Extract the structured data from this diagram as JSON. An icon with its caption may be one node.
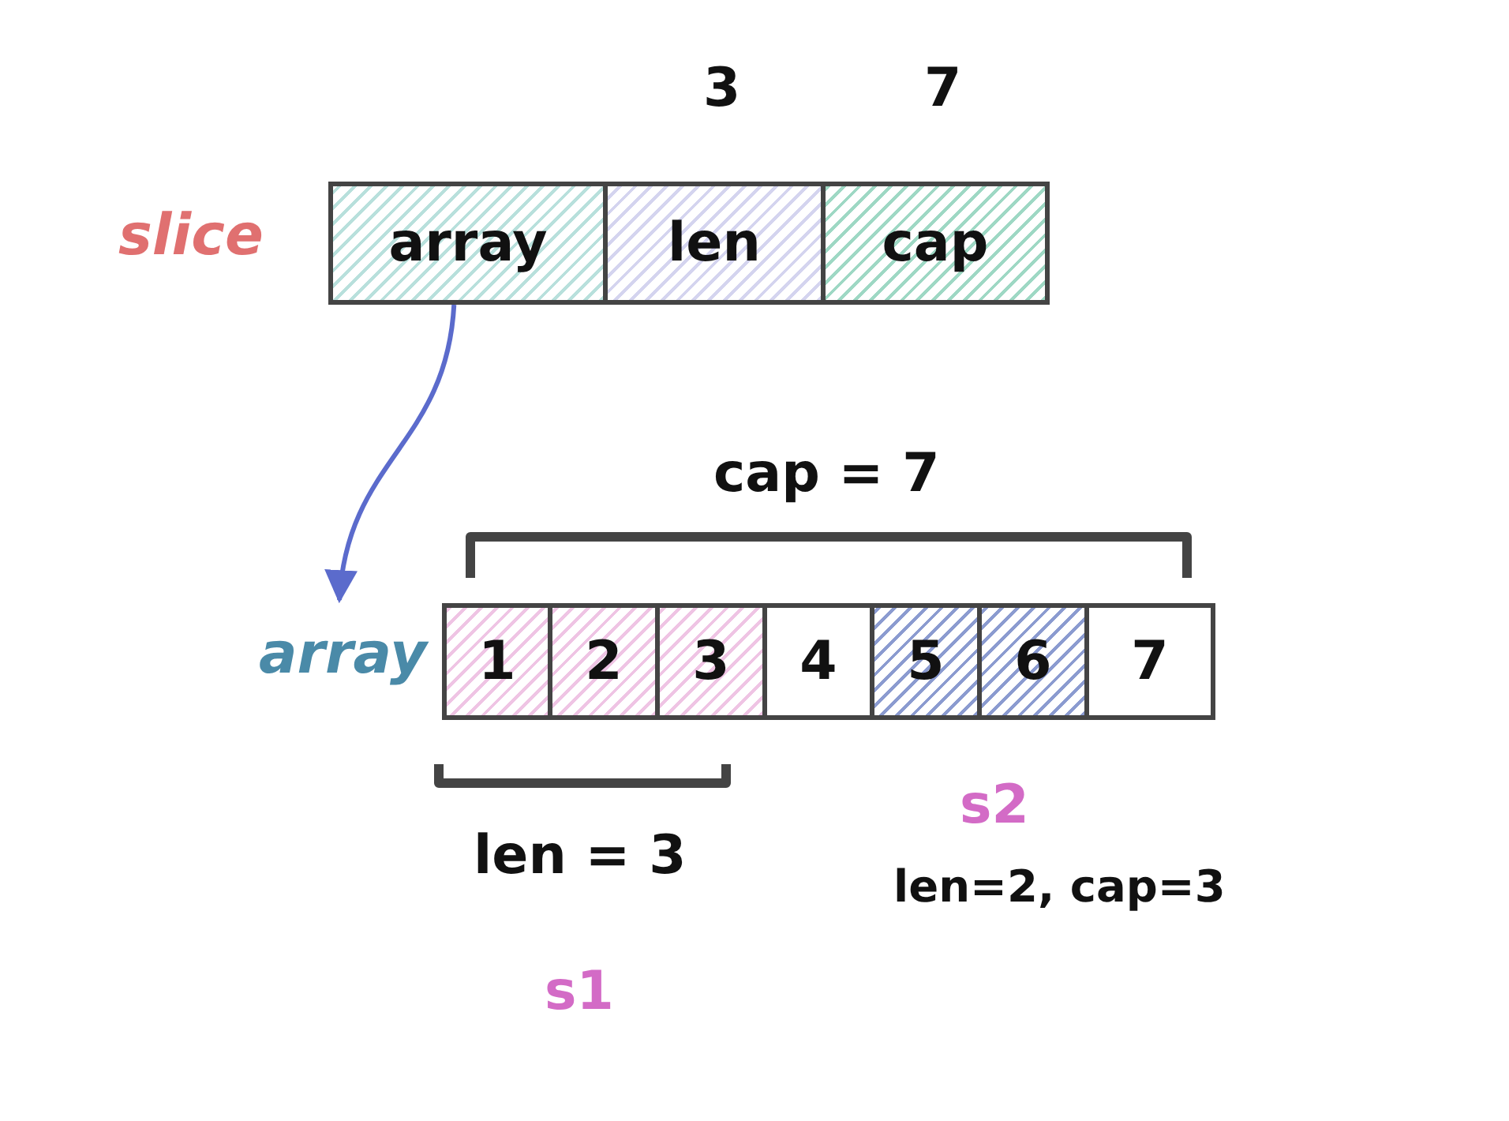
{
  "diagram": {
    "nodes": [
      {
        "text": [
          "slice"
        ]
      },
      {
        "text": [
          "array"
        ],
        "in": 0
      },
      {
        "text": [
          "len"
        ],
        "in": 0,
        "beside": [
          "3"
        ]
      },
      {
        "text": [
          "cap"
        ],
        "in": 0,
        "beside": [
          "7"
        ]
      },
      {
        "text": [
          "array"
        ]
      },
      {
        "text": [
          "1"
        ],
        "in": 4
      },
      {
        "text": [
          "2"
        ],
        "in": 4
      },
      {
        "text": [
          "3"
        ],
        "in": 4
      },
      {
        "text": [
          "4"
        ],
        "in": 4
      },
      {
        "text": [
          "5"
        ],
        "in": 4
      },
      {
        "text": [
          "6"
        ],
        "in": 4
      },
      {
        "text": [
          "7"
        ],
        "in": 4
      }
    ],
    "edges": [
      {
        "from": 1,
        "to": 4,
        "arrow": "to"
      }
    ],
    "labels": [
      "cap = 7",
      "len = 3",
      "s2",
      "len=2, cap=3",
      "s1"
    ]
  }
}
